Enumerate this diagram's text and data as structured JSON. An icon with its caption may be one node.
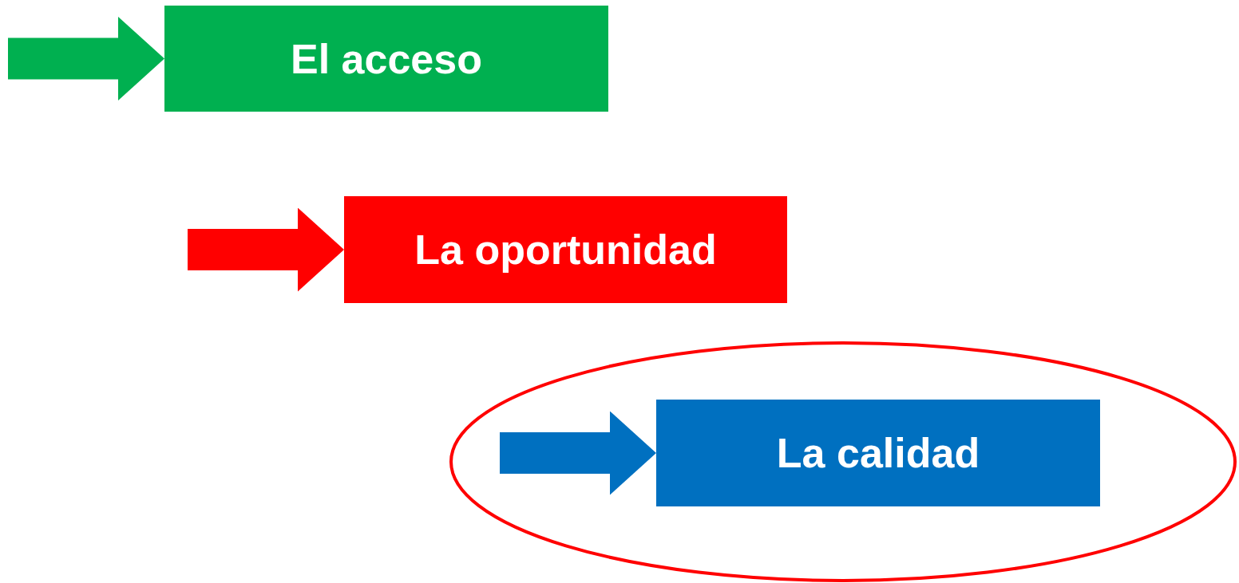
{
  "diagram": {
    "nodes": [
      {
        "text": [
          "El acceso"
        ]
      },
      {
        "text": [
          "La oportunidad"
        ]
      },
      {
        "text": [],
        "shape": "ellipse"
      },
      {
        "text": [
          "La calidad"
        ],
        "in": 2
      }
    ],
    "edges": [
      {
        "from": null,
        "to": 0,
        "arrow": "to",
        "color": "#00b050"
      },
      {
        "from": null,
        "to": 1,
        "arrow": "to",
        "color": "#ff0000"
      },
      {
        "from": null,
        "to": 3,
        "arrow": "to",
        "color": "#0070c0"
      }
    ]
  }
}
